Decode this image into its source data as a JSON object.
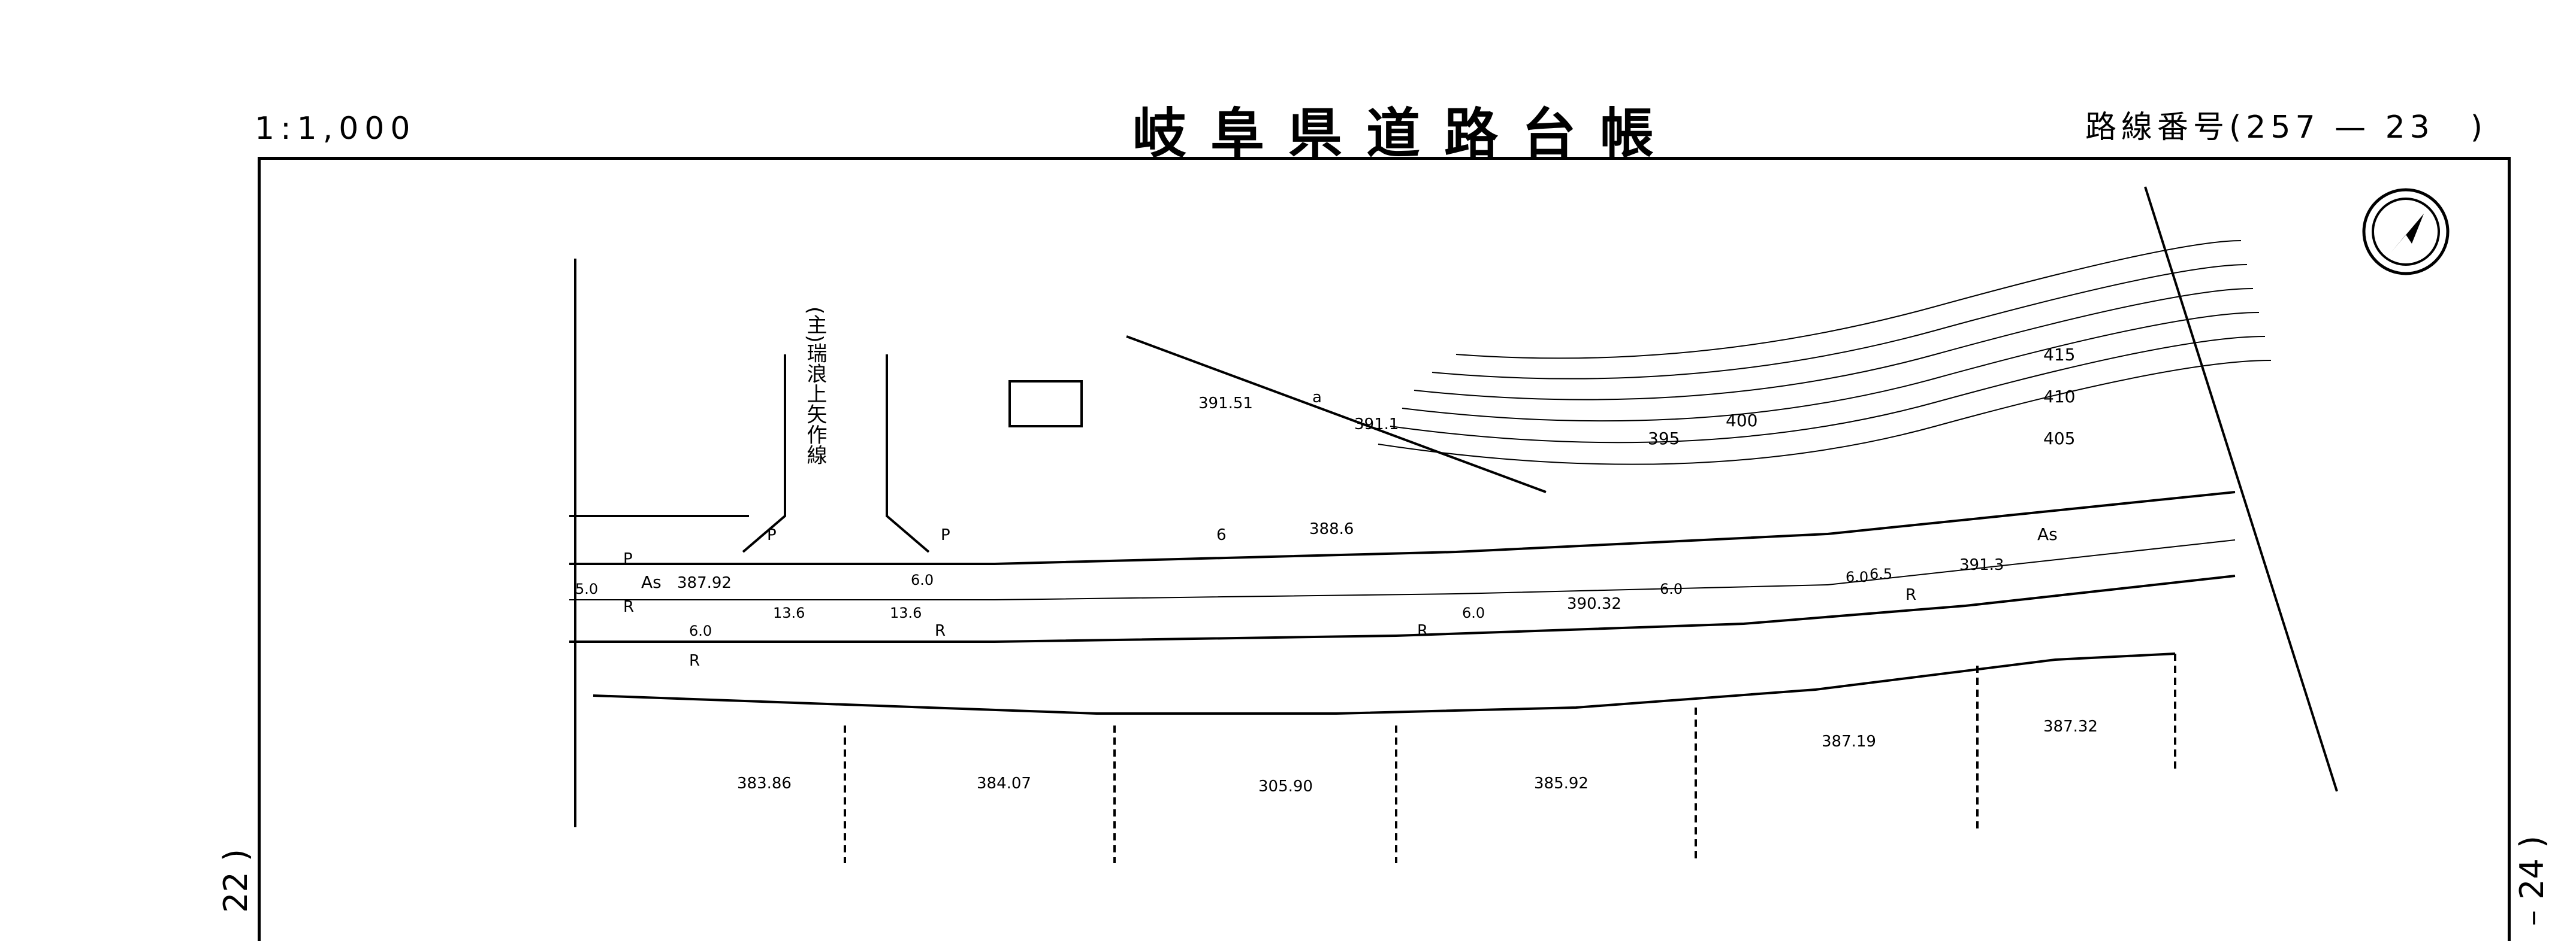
{
  "header": {
    "scale": "1:1,000",
    "title": "岐阜県道路台帳",
    "route_label": "路線番号(257 — 23　)"
  },
  "edges": {
    "prev_sheet": "22 )",
    "next_sheet": "– 24 )"
  },
  "map": {
    "road_name": "(主)瑞浪上矢作線",
    "elevations": [
      "391.51",
      "391.1",
      "388.6",
      "387.92",
      "390.32",
      "391.3",
      "383.86",
      "384.07",
      "305.90",
      "385.92",
      "387.19",
      "387.32"
    ],
    "contours": [
      "415",
      "410",
      "405",
      "400",
      "395"
    ],
    "width_labels": [
      "5.0",
      "6.0",
      "13.6",
      "13.6",
      "6.0",
      "6.0",
      "6.0",
      "6.0",
      "6.5"
    ],
    "surface_labels": [
      "As",
      "As"
    ],
    "side_labels": [
      "R",
      "R",
      "R",
      "R",
      "R",
      "P",
      "P",
      "P",
      "a",
      "6"
    ]
  },
  "north_arrow": "north-arrow-icon"
}
